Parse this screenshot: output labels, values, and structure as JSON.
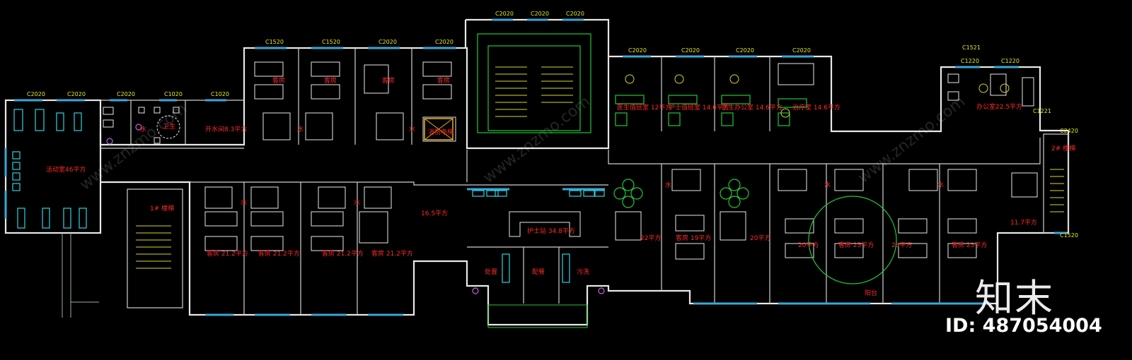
{
  "rooms": {
    "activity": "活动室46平方",
    "toilet": "卫生",
    "water_a": "水",
    "water_room": "开水间8.3平方",
    "guest_a": "客房",
    "guest_b": "客房",
    "guest_c": "客房",
    "guest_d": "客房",
    "water_b": "水",
    "water_c": "水",
    "equip": "消防电梯",
    "med": "医生值班室\n12平方",
    "office1": "护士值班室\n14.6平方",
    "office2": "医生办公室\n14.6平方",
    "treat": "治疗室\n14.6平方",
    "office_big": "办公室22.5平方",
    "stair_left": "1# 楼梯",
    "stair_right": "2# 楼梯",
    "g1": "客房 21.2平方",
    "g2": "客房 21.2平方",
    "g3": "客房 21.2平方",
    "g4": "客房 21.2平方",
    "water_d": "水",
    "water_e": "水",
    "store": "16.5平方",
    "nurse": "护士站\n34.8平方",
    "dispose": "处置",
    "pantry": "配餐",
    "stor2": "污洗",
    "r22": "22平方",
    "g19": "客房 19平方",
    "r20": "20平方",
    "r20b": "20平方",
    "g25": "客房 25平方",
    "r23": "23平方",
    "g23": "客房 23平方",
    "r11": "11.7平方",
    "balcony": "阳台",
    "water_f": "水",
    "water_g": "水",
    "water_h": "水"
  },
  "window_tags": [
    "C2020",
    "C2020",
    "C2020",
    "C1020",
    "C1020",
    "C1520",
    "C1520",
    "C2020",
    "C2020",
    "C2020",
    "C2020",
    "C2020",
    "C2020",
    "C2020",
    "C2020",
    "C2020",
    "C1220",
    "C1220",
    "C2420",
    "C1221",
    "C1521",
    "C1520"
  ],
  "watermark": {
    "logo": "知末",
    "id": "ID: 487054004",
    "diag1": "www.znzmo.com",
    "diag2": "www.znzmo.com",
    "diag3": "www.znzmo.com"
  },
  "colors": {
    "wall": "#e8e8e8",
    "window": "#3aa7d8",
    "room_label": "#ff2a2a",
    "stair": "#22c83a",
    "fixture_cyan": "#2ed3e0"
  }
}
